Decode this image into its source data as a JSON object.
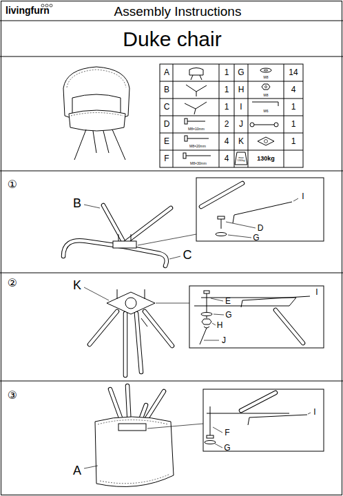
{
  "diagram": {
    "title": "Duke chair",
    "labels": [
      "livingfurn",
      "Assembly Instructions",
      "A",
      "1",
      "G",
      "14",
      "B",
      "1",
      "H",
      "4",
      "C",
      "1",
      "I",
      "1",
      "D",
      "2",
      "J",
      "1",
      "E",
      "4",
      "K",
      "1",
      "F",
      "4",
      "max 130kg",
      "130kg",
      "M8×10mm",
      "M8×20mm",
      "M8×30mm",
      "M8",
      "M8",
      "M6",
      "①",
      "B",
      "I",
      "C",
      "D",
      "G",
      "②",
      "K",
      "I",
      "E",
      "G",
      "H",
      "J",
      "③",
      "I",
      "F",
      "G",
      "A"
    ]
  }
}
